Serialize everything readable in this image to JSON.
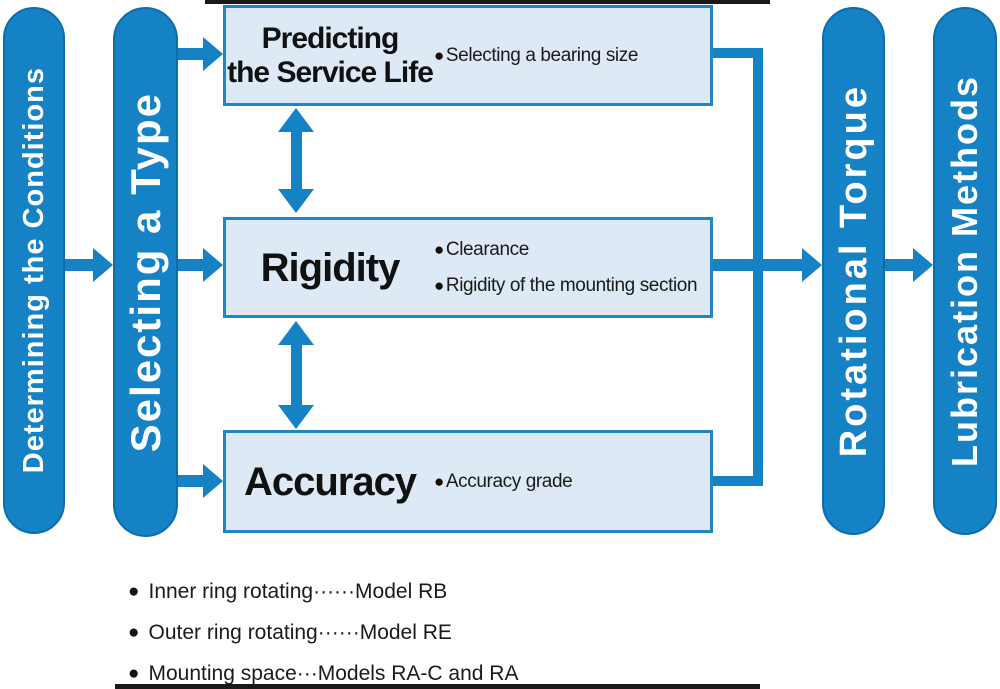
{
  "diagram": {
    "stages": {
      "determining": "Determining the Conditions",
      "selecting": "Selecting a Type",
      "rotational": "Rotational Torque",
      "lubrication": "Lubrication Methods"
    },
    "boxes": [
      {
        "title_lines": [
          "Predicting",
          "the Service Life"
        ],
        "bullets": [
          "Selecting a bearing size"
        ]
      },
      {
        "title_lines": [
          "Rigidity"
        ],
        "bullets": [
          "Clearance",
          "Rigidity of the mounting section"
        ]
      },
      {
        "title_lines": [
          "Accuracy"
        ],
        "bullets": [
          "Accuracy grade"
        ]
      }
    ],
    "legend": [
      "Inner ring rotating······Model RB",
      "Outer ring rotating······Model RE",
      "Mounting space···Models RA-C and RA"
    ],
    "icons": {
      "bullet": "●"
    },
    "colors": {
      "primary_blue": "#1482c4",
      "pill_border": "#0e6cab",
      "box_fill": "#dde9f4",
      "box_border": "#2186c5",
      "text_black": "#1a1a1a"
    }
  }
}
